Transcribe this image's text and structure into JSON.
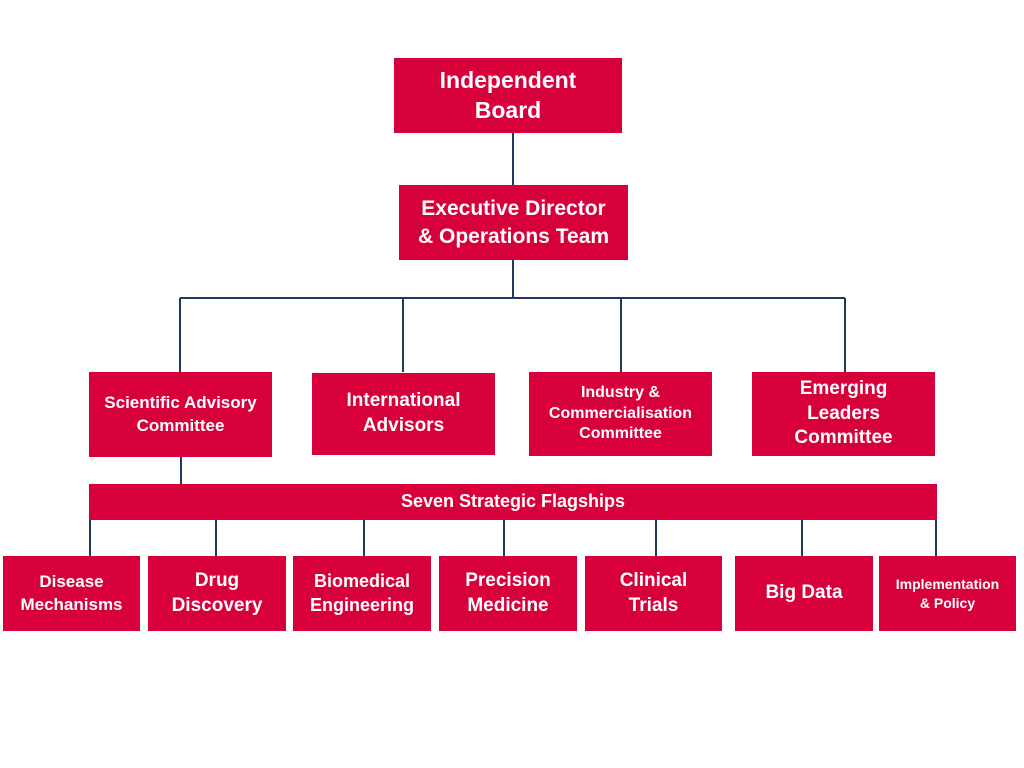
{
  "colors": {
    "box_fill": "#d7003a",
    "box_text": "#ffffff",
    "connector": "#1f3a5f",
    "background": "#ffffff"
  },
  "board": {
    "label": "Independent\nBoard"
  },
  "executive": {
    "label": "Executive Director\n& Operations Team"
  },
  "committees": [
    {
      "label": "Scientific Advisory\nCommittee"
    },
    {
      "label": "International\nAdvisors"
    },
    {
      "label": "Industry &\nCommercialisation\nCommittee"
    },
    {
      "label": "Emerging\nLeaders\nCommittee"
    }
  ],
  "flagships_bar": {
    "label": "Seven Strategic Flagships"
  },
  "flagships": [
    {
      "label": "Disease\nMechanisms"
    },
    {
      "label": "Drug\nDiscovery"
    },
    {
      "label": "Biomedical\nEngineering"
    },
    {
      "label": "Precision\nMedicine"
    },
    {
      "label": "Clinical\nTrials"
    },
    {
      "label": "Big Data"
    },
    {
      "label": "Implementation\n& Policy"
    }
  ]
}
